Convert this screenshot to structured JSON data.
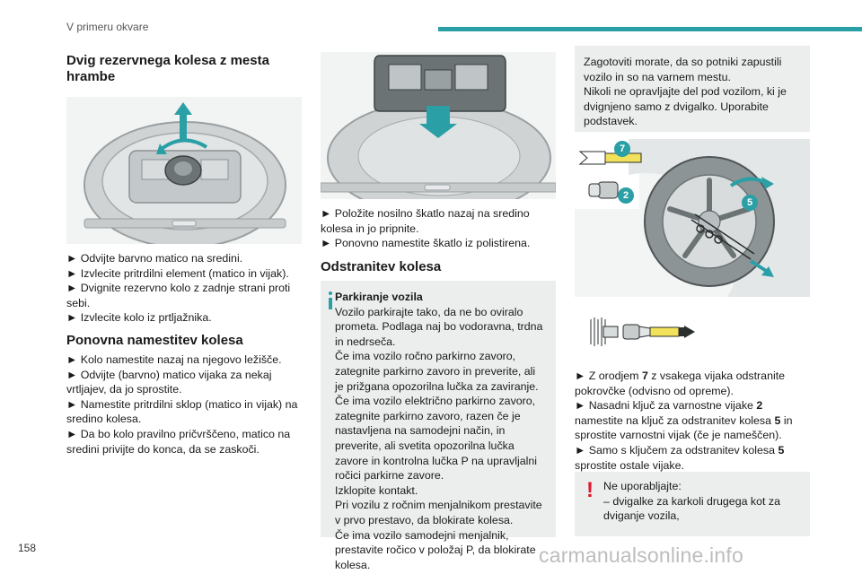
{
  "header": {
    "title": "V primeru okvare"
  },
  "page_number": "158",
  "watermark": "carmanualsonline.info",
  "col1": {
    "heading1": "Dvig rezervnega kolesa z mesta hrambe",
    "steps1": [
      "► Odvijte barvno matico na sredini.",
      "► Izvlecite pritrdilni element (matico in vijak).",
      "► Dvignite rezervno kolo z zadnje strani proti sebi.",
      "► Izvlecite kolo iz prtljažnika."
    ],
    "heading2": "Ponovna namestitev kolesa",
    "steps2": [
      "► Kolo namestite nazaj na njegovo ležišče.",
      "► Odvijte (barvno) matico vijaka za nekaj vrtljajev, da jo sprostite.",
      "►  Namestite pritrdilni sklop (matico in vijak) na sredino kolesa.",
      "► Da bo kolo pravilno pričvrščeno, matico na sredini privijte do konca, da se zaskoči."
    ]
  },
  "col2": {
    "steps": [
      "► Položite nosilno škatlo nazaj na sredino kolesa in jo pripnite.",
      "► Ponovno namestite škatlo iz polistirena."
    ],
    "heading": "Odstranitev kolesa",
    "note": {
      "title": "Parkiranje vozila",
      "lines": [
        "Vozilo parkirajte tako, da ne bo oviralo prometa. Podlaga naj bo vodoravna, trdna in nedrseča.",
        "Če ima vozilo ročno parkirno zavoro, zategnite parkirno zavoro in preverite, ali je prižgana opozorilna lučka za zaviranje.",
        "Če ima vozilo električno parkirno zavoro, zategnite parkirno zavoro, razen če je nastavljena na samodejni način, in preverite, ali svetita opozorilna lučka zavore in kontrolna lučka P na upravljalni ročici parkirne zavore.",
        "Izklopite kontakt.",
        "Pri vozilu z ročnim menjalnikom prestavite v prvo prestavo, da blokirate kolesa.",
        "Če ima vozilo samodejni menjalnik, prestavite ročico v položaj P, da blokirate kolesa."
      ]
    }
  },
  "col3": {
    "safety_note": "Zagotoviti morate, da so potniki zapustili vozilo in so na varnem mestu.\nNikoli ne opravljajte del pod vozilom, ki je dvignjeno samo z dvigalko. Uporabite podstavek.",
    "callouts": [
      "7",
      "2",
      "5"
    ],
    "step1": {
      "pre": "► Z orodjem ",
      "num": "7",
      "post": " z vsakega vijaka odstranite pokrovčke (odvisno od opreme)."
    },
    "step2": {
      "pre": "► Nasadni ključ za varnostne vijake ",
      "num1": "2",
      "mid": " namestite na ključ za odstranitev kolesa ",
      "num2": "5",
      "post": " in sprostite varnostni vijak (če je nameščen)."
    },
    "step3": {
      "pre": "► Samo s ključem za odstranitev kolesa ",
      "num": "5",
      "post": " sprostite ostale vijake."
    },
    "warning": {
      "title": "Ne uporabljajte:",
      "item": "–  dvigalke za karkoli drugega kot za dviganje vozila,"
    }
  },
  "colors": {
    "accent": "#2b9fa6",
    "warning": "#e0162b",
    "callout": "#2b9fa6"
  }
}
